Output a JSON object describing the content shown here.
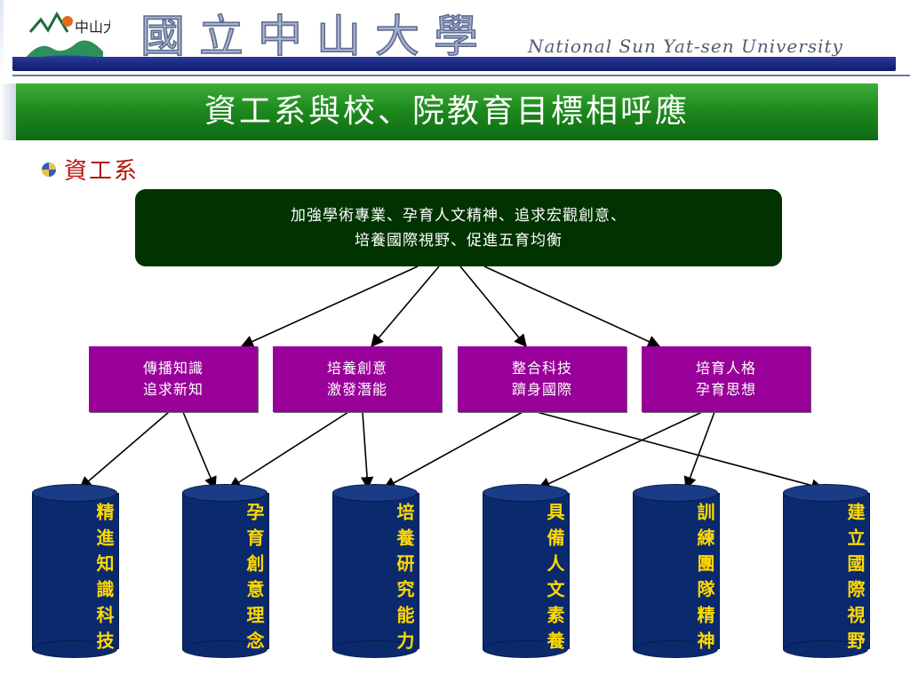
{
  "header": {
    "university_name_zh": "國立中山大學",
    "university_name_en": "National Sun Yat-sen University",
    "logo_text": "中山大學"
  },
  "slide": {
    "title": "資工系與校、院教育目標相呼應",
    "section_label": "資工系"
  },
  "diagram": {
    "goal": {
      "line1": "加強學術專業、孕育人文精神、追求宏觀創意、",
      "line2": "培養國際視野、促進五育均衡"
    },
    "middle": [
      {
        "line1": "傳播知識",
        "line2": "追求新知"
      },
      {
        "line1": "培養創意",
        "line2": "激發潛能"
      },
      {
        "line1": "整合科技",
        "line2": "躋身國際"
      },
      {
        "line1": "培育人格",
        "line2": "孕育思想"
      }
    ],
    "outcomes": [
      {
        "text": "精進知識科技"
      },
      {
        "text": "孕育創意理念"
      },
      {
        "text": "培養研究能力"
      },
      {
        "text": "具備人文素養"
      },
      {
        "text": "訓練團隊精神"
      },
      {
        "text": "建立國際視野"
      }
    ]
  },
  "colors": {
    "banner_green": "#1e8a1e",
    "goal_box": "#003300",
    "middle_box": "#990099",
    "cylinder": "#0b2a6e",
    "cylinder_text": "#ffd800",
    "section_label": "#b5140a",
    "header_bar": "#101a6c"
  }
}
